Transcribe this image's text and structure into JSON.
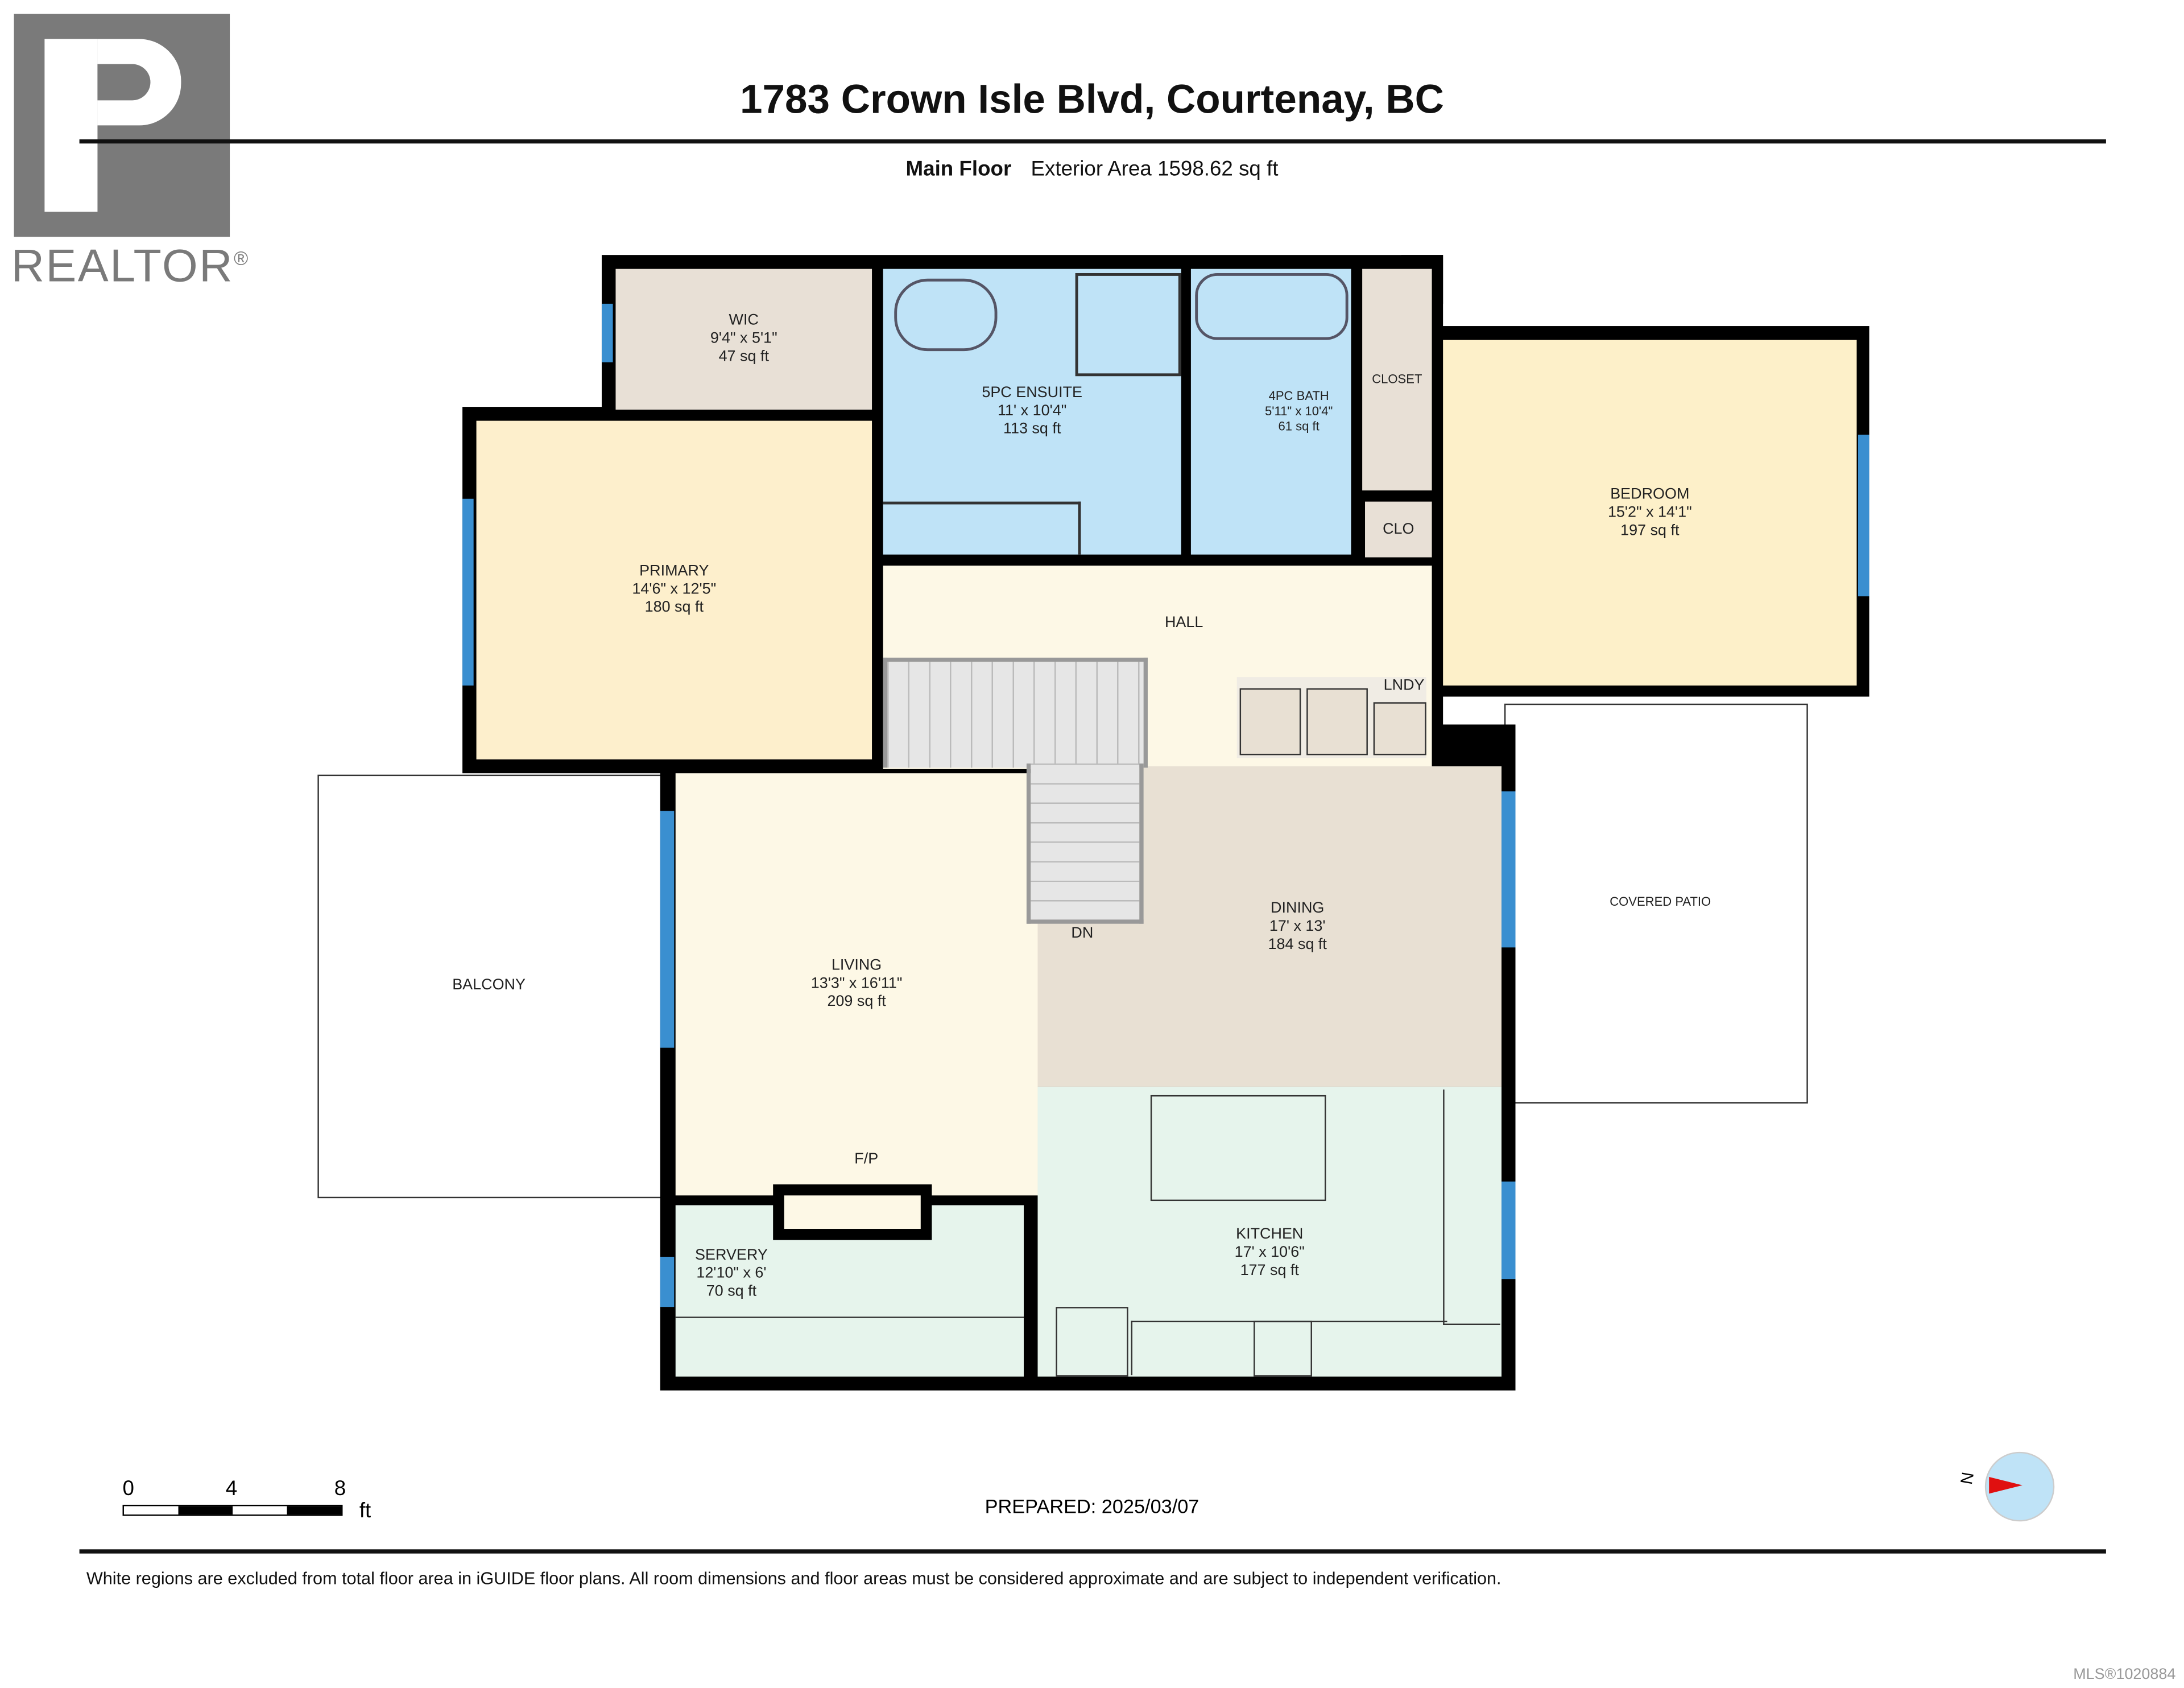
{
  "logo": {
    "text": "REALTOR",
    "reg": "®"
  },
  "header": {
    "title": "1783 Crown Isle Blvd, Courtenay, BC",
    "floor": "Main Floor",
    "area": "Exterior Area 1598.62 sq ft"
  },
  "rooms": {
    "wic": {
      "name": "WIC",
      "dims": "9'4\" x 5'1\"",
      "area": "47 sq ft"
    },
    "ensuite": {
      "name": "5PC ENSUITE",
      "dims": "11' x 10'4\"",
      "area": "113 sq ft"
    },
    "bath": {
      "name": "4PC BATH",
      "dims": "5'11\" x 10'4\"",
      "area": "61 sq ft"
    },
    "closet": {
      "name": "CLOSET"
    },
    "clo": {
      "name": "CLO"
    },
    "bedroom": {
      "name": "BEDROOM",
      "dims": "15'2\" x 14'1\"",
      "area": "197 sq ft"
    },
    "primary": {
      "name": "PRIMARY",
      "dims": "14'6\" x 12'5\"",
      "area": "180 sq ft"
    },
    "hall": {
      "name": "HALL"
    },
    "lndy": {
      "name": "LNDY"
    },
    "dn": {
      "name": "DN"
    },
    "dining": {
      "name": "DINING",
      "dims": "17' x 13'",
      "area": "184 sq ft"
    },
    "living": {
      "name": "LIVING",
      "dims": "13'3\" x 16'11\"",
      "area": "209 sq ft"
    },
    "fp": {
      "name": "F/P"
    },
    "balcony": {
      "name": "BALCONY"
    },
    "patio": {
      "name": "COVERED PATIO"
    },
    "kitchen": {
      "name": "KITCHEN",
      "dims": "17' x 10'6\"",
      "area": "177 sq ft"
    },
    "servery": {
      "name": "SERVERY",
      "dims": "12'10\" x 6'",
      "area": "70 sq ft"
    }
  },
  "footer": {
    "scale": {
      "t0": "0",
      "t1": "4",
      "t2": "8",
      "unit": "ft"
    },
    "prepared": "PREPARED: 2025/03/07",
    "compass": "N",
    "disclaimer": "White regions are excluded from total floor area in iGUIDE floor plans. All room dimensions and floor areas must be considered approximate and are subject to independent verification.",
    "mls": "MLS®1020884"
  }
}
